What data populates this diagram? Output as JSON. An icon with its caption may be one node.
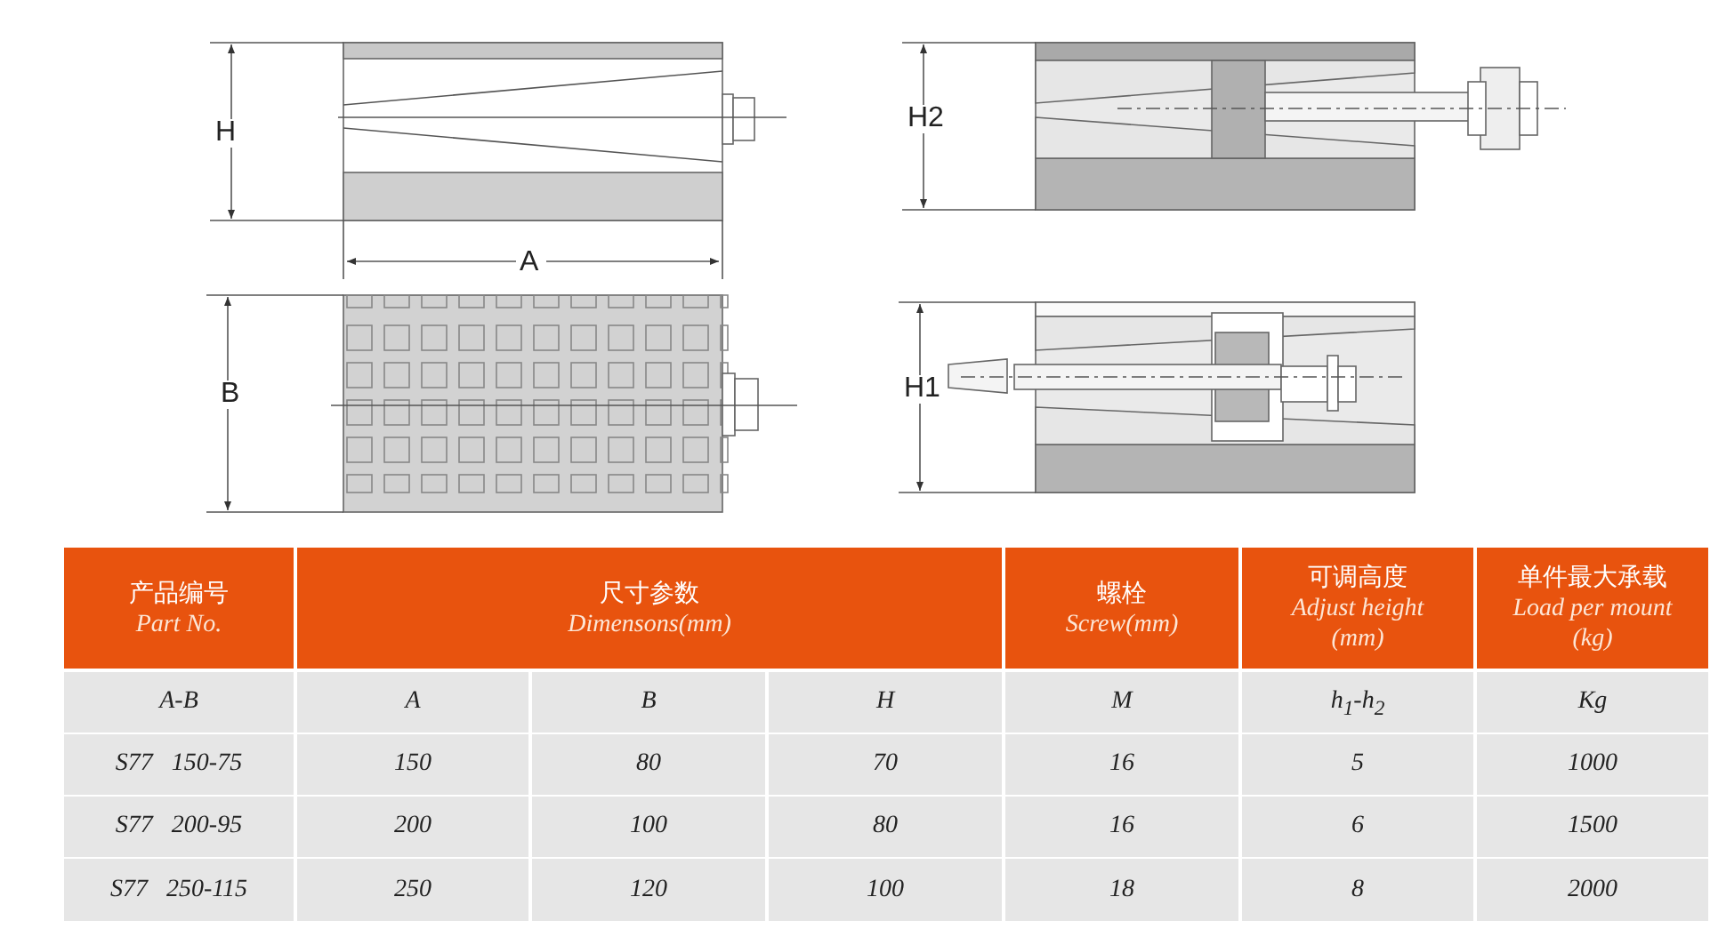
{
  "diagram": {
    "labels": [
      "H",
      "A",
      "B",
      "H2",
      "H1",
      "产品编号",
      "Part No.",
      "尺寸参数",
      "Dimensons(mm)",
      "螺栓",
      "Screw(mm)",
      "可调高度",
      "Adjust height (mm)",
      "单件最大承载",
      "Load per mount (kg)",
      "A-B",
      "A",
      "B",
      "H",
      "M",
      "h$_{1}$-h$_{2}$",
      "Kg",
      "S77   150-75",
      "150",
      "80",
      "70",
      "16",
      "5",
      "1000",
      "S77   200-95",
      "200",
      "100",
      "80",
      "16",
      "6",
      "1500",
      "S77   250-115",
      "250",
      "120",
      "100",
      "18",
      "8",
      "2000"
    ]
  }
}
